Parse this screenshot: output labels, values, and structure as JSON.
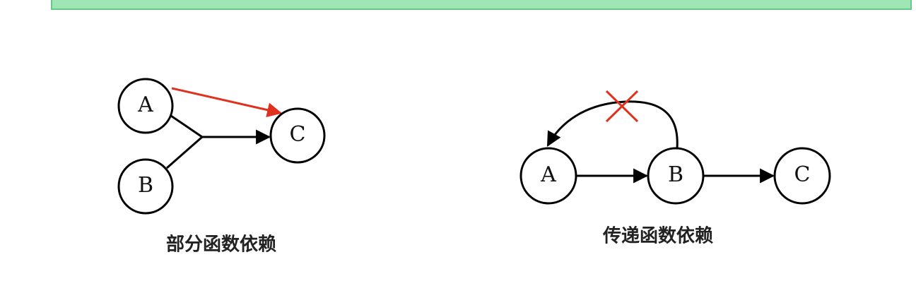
{
  "banner": {
    "text": ""
  },
  "left_diagram": {
    "nodes": {
      "a": "A",
      "b": "B",
      "c": "C"
    },
    "caption": "部分函数依赖",
    "colors": {
      "highlight_edge": "#e0301e"
    }
  },
  "right_diagram": {
    "nodes": {
      "a": "A",
      "b": "B",
      "c": "C"
    },
    "caption": "传递函数依赖",
    "colors": {
      "cross_mark": "#e0301e"
    }
  }
}
